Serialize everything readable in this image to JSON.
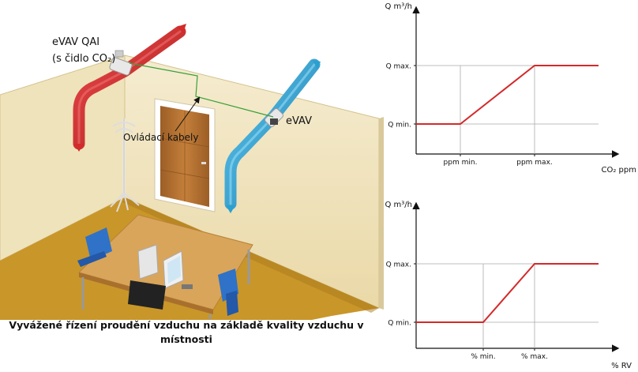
{
  "scene": {
    "label_evav_qai_line1": "eVAV QAI",
    "label_evav_qai_line2": "(s čidlo CO₂)",
    "label_cables": "Ovládací kabely",
    "label_evav": "eVAV",
    "caption_line1": "Vyvážené řízení proudění vzduchu na základě kvality vzduchu v",
    "caption_line2": "místnosti"
  },
  "colors": {
    "duct_red": "#d42a2a",
    "duct_blue": "#2aa0d0",
    "wall": "#f2e7c4",
    "floor": "#c79426",
    "door": "#b07030",
    "cable": "#3aa03a",
    "chart_line": "#d42a2a",
    "grid": "#aaaaaa"
  },
  "chart_data": [
    {
      "type": "line",
      "ylabel": "Q m³/h",
      "xlabel": "CO₂ ppm",
      "y_ticks": [
        "Q max.",
        "Q min."
      ],
      "x_ticks": [
        "ppm min.",
        "ppm max."
      ],
      "series": [
        {
          "values": [
            [
              "start",
              "Q min."
            ],
            [
              "ppm min.",
              "Q min."
            ],
            [
              "ppm max.",
              "Q max."
            ],
            [
              "end",
              "Q max."
            ]
          ]
        }
      ]
    },
    {
      "type": "line",
      "ylabel": "Q m³/h",
      "xlabel": "% RV",
      "y_ticks": [
        "Q max.",
        "Q min."
      ],
      "x_ticks": [
        "% min.",
        "% max."
      ],
      "series": [
        {
          "values": [
            [
              "start",
              "Q min."
            ],
            [
              "% min.",
              "Q min."
            ],
            [
              "% max.",
              "Q max."
            ],
            [
              "end",
              "Q max."
            ]
          ]
        }
      ]
    }
  ]
}
